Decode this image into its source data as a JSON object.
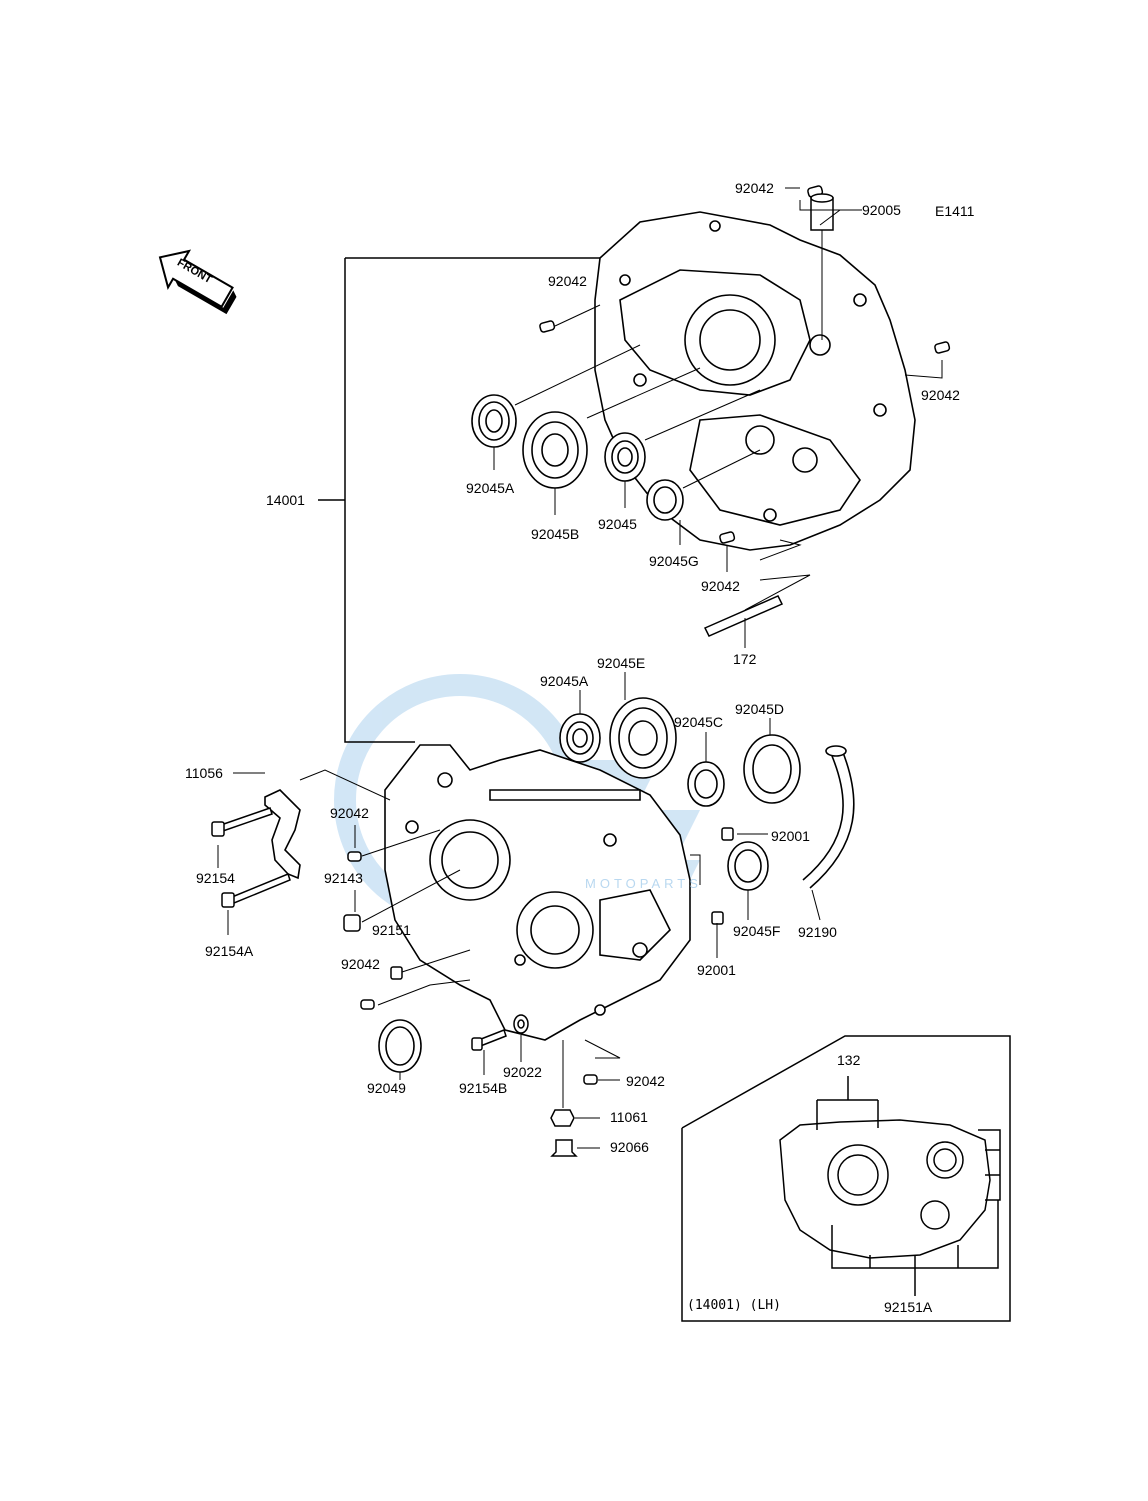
{
  "diagram": {
    "code": "E1411",
    "front_label": "FRONT",
    "inset_caption": "(14001) (LH)",
    "watermark_text": "MOTOPARTS",
    "parts": {
      "p92042_top": "92042",
      "p92005": "92005",
      "p92042_a": "92042",
      "p92042_right": "92042",
      "p14001": "14001",
      "p92045A_top": "92045A",
      "p92045B": "92045B",
      "p92045": "92045",
      "p92045G": "92045G",
      "p92042_mid": "92042",
      "p172": "172",
      "p92045E": "92045E",
      "p92045A_low": "92045A",
      "p92045C": "92045C",
      "p92045D": "92045D",
      "p11056": "11056",
      "p92042_left": "92042",
      "p92001_a": "92001",
      "p92154": "92154",
      "p92143": "92143",
      "p92154A": "92154A",
      "p92151": "92151",
      "p92045F": "92045F",
      "p92190": "92190",
      "p92001_b": "92001",
      "p92042_low": "92042",
      "p92049": "92049",
      "p92154B": "92154B",
      "p92022": "92022",
      "p92042_bottom": "92042",
      "p11061": "11061",
      "p92066": "92066",
      "p132": "132",
      "p92151A": "92151A"
    }
  },
  "colors": {
    "line": "#000000",
    "watermark": "#9cc8ea"
  }
}
